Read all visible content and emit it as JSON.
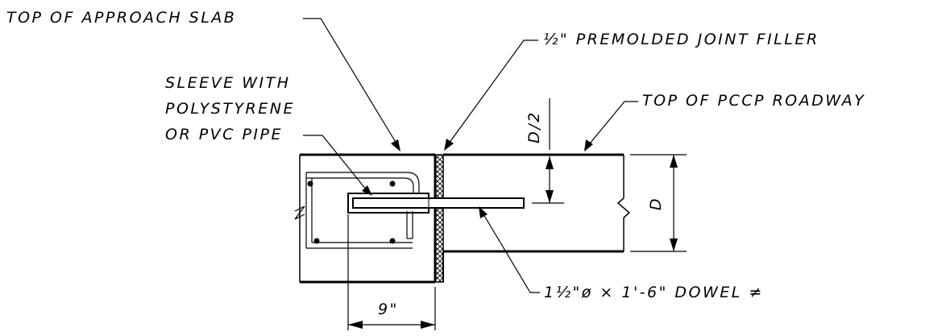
{
  "labels": {
    "approach_slab": "TOP OF APPROACH SLAB",
    "joint_filler": "½\" PREMOLDED JOINT FILLER",
    "sleeve_line1": "SLEEVE WITH",
    "sleeve_line2": "POLYSTYRENE",
    "sleeve_line3": "OR PVC PIPE",
    "pccp_roadway": "TOP OF PCCP ROADWAY",
    "half_depth": "D/2",
    "depth": "D",
    "dowel": "1½\"ø × 1'-6\" DOWEL ≠",
    "embed_length": "9\""
  },
  "colors": {
    "line": "#000000",
    "background": "#ffffff"
  }
}
